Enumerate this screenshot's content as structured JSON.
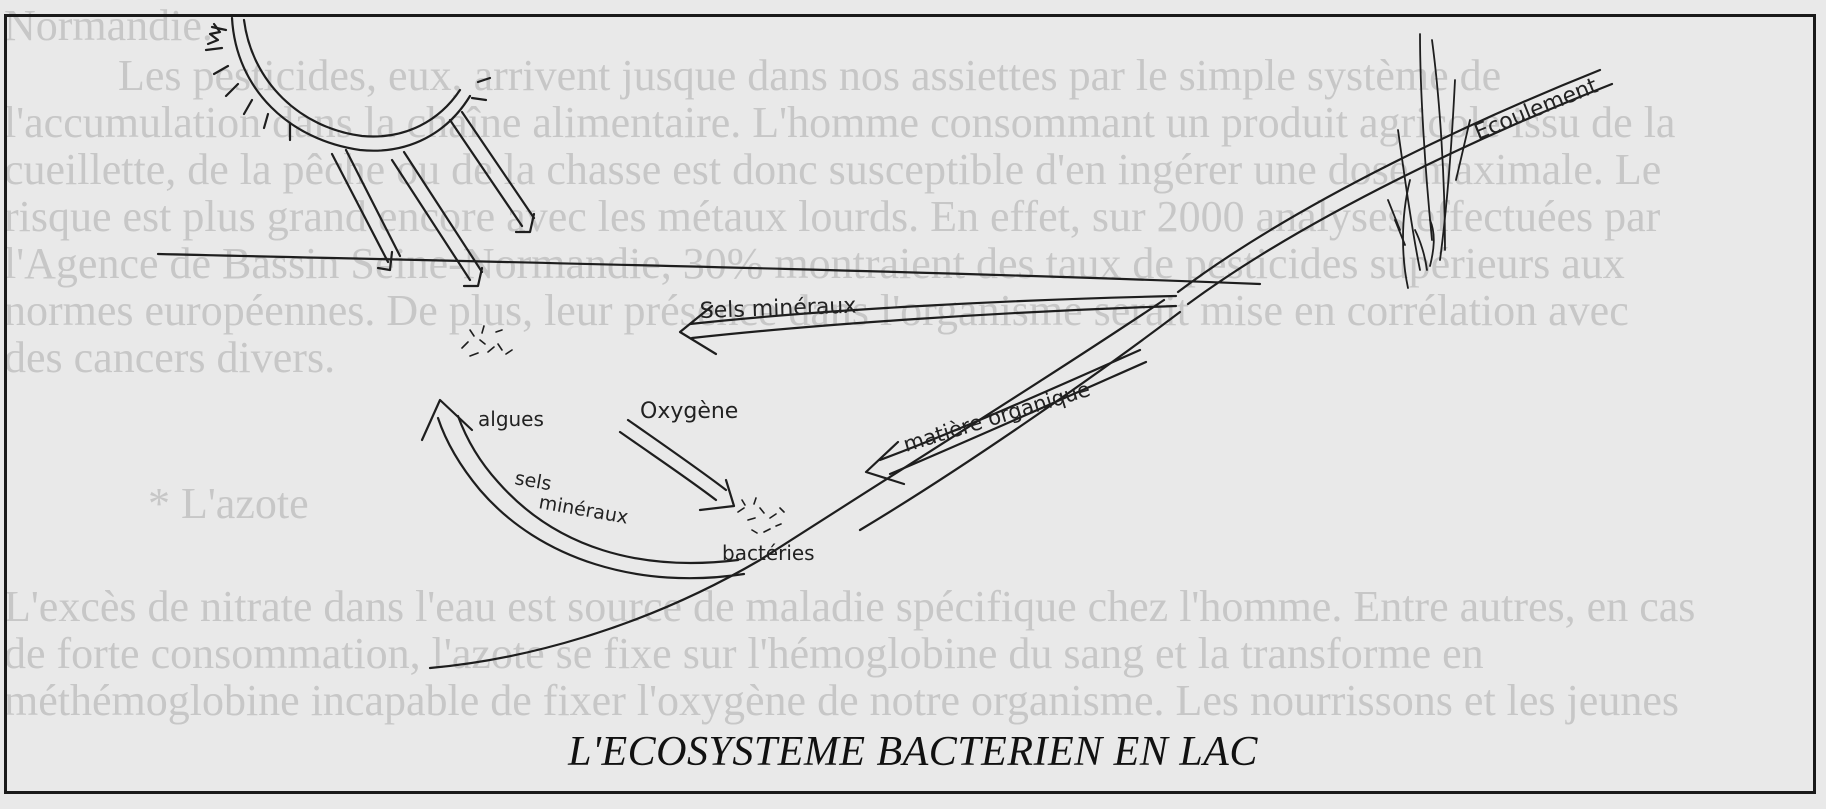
{
  "background_text": {
    "line1": "Normandie.",
    "line2": "Les pesticides, eux, arrivent jusque dans nos assiettes par le simple système de",
    "line3": "l'accumulation dans la chaîne alimentaire. L'homme consommant un produit agricole issu de la",
    "line4": "cueillette, de la pêche ou de la chasse est donc susceptible d'en ingérer une dose maximale. Le",
    "line5": "risque est plus grand encore avec les métaux lourds. En effet, sur 2000 analyses effectuées par",
    "line6": "l'Agence de Bassin Seine-Normandie, 30% montraient des taux de pesticides supérieurs aux",
    "line7": "normes européennes. De plus, leur présence dans l'organisme serait mise en corrélation avec",
    "line8": "des cancers divers.",
    "heading": "* L'azote",
    "line9": "L'excès de nitrate dans l'eau est source de maladie spécifique chez l'homme. Entre autres, en cas",
    "line10": "de forte consommation, l'azote se fixe sur l'hémoglobine du sang et la transforme en",
    "line11": "méthémoglobine incapable de fixer l'oxygène de notre organisme. Les nourrissons et les jeunes"
  },
  "diagram": {
    "labels": {
      "ecoulement": "Ecoulement",
      "sels_mineraux_top": "Sels minéraux",
      "algues": "algues",
      "oxygene": "Oxygène",
      "matiere_organique": "matière organique",
      "sels_mineraux_bottom_1": "sels",
      "sels_mineraux_bottom_2": "minéraux",
      "bacteries": "bactéries"
    },
    "caption": "L'ECOSYSTEME BACTERIEN EN LAC"
  }
}
